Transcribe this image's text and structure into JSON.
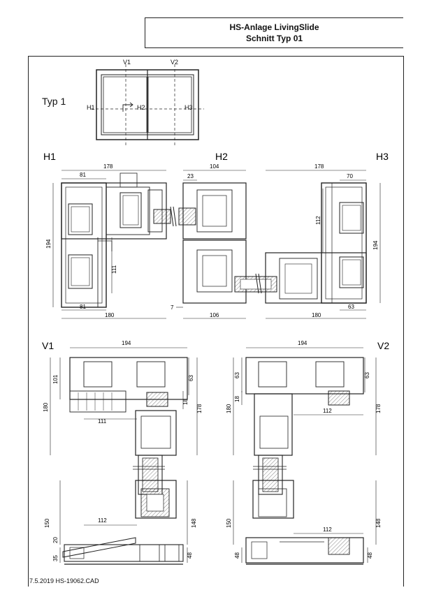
{
  "title": {
    "line1": "HS-Anlage LivingSlide",
    "line2": "Schnitt Typ 01"
  },
  "overview": {
    "label": "Typ 1",
    "v1": "V1",
    "v2": "V2",
    "h1": "H1",
    "h2": "H2",
    "h3": "H3"
  },
  "section_labels": {
    "h1": "H1",
    "h2": "H2",
    "h3": "H3",
    "v1": "V1",
    "v2": "V2"
  },
  "dimensions": {
    "h1_top": "178",
    "h1_81_top": "81",
    "h1_194": "194",
    "h1_111": "111",
    "h1_81_bottom": "81",
    "h1_180": "180",
    "h2_104": "104",
    "h2_23": "23",
    "h2_7": "7",
    "h2_106": "106",
    "h3_178": "178",
    "h3_70": "70",
    "h3_112": "112",
    "h3_194": "194",
    "h3_63": "63",
    "h3_180": "180",
    "v1_194": "194",
    "v1_101": "101",
    "v1_180": "180",
    "v1_111": "111",
    "v1_63": "63",
    "v1_18": "18",
    "v1_178": "178",
    "v1_150": "150",
    "v1_112": "112",
    "v1_148": "148",
    "v1_20": "20",
    "v1_35": "35",
    "v1_48": "48",
    "v2_194": "194",
    "v2_63_left": "63",
    "v2_63_right": "63",
    "v2_18": "18",
    "v2_180": "180",
    "v2_112_top": "112",
    "v2_178": "178",
    "v2_150": "150",
    "v2_112_bottom": "112",
    "v2_148": "148",
    "v2_48_left": "48",
    "v2_48_right": "48"
  },
  "footer": "7.5.2019 HS-19062.CAD"
}
